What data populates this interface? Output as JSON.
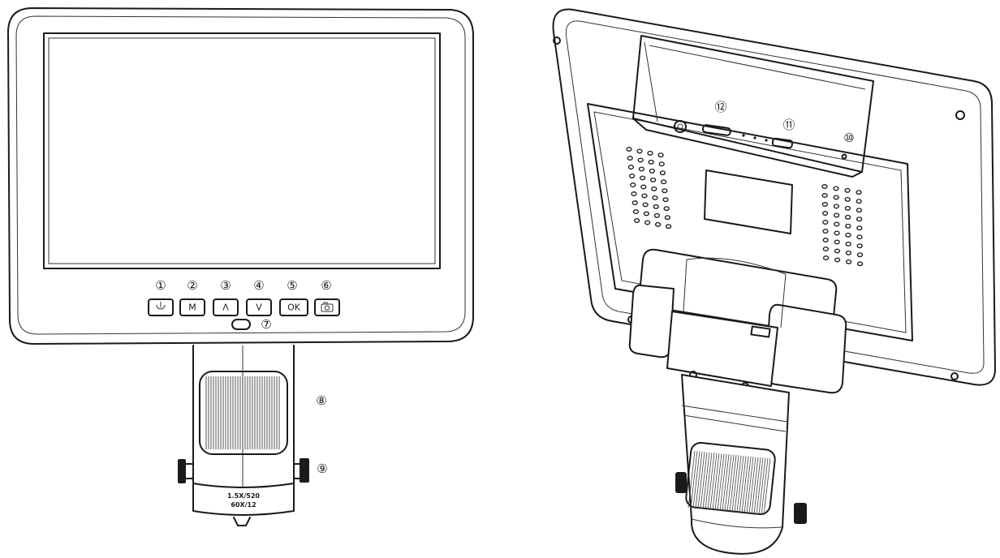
{
  "front_view": {
    "button_icons": [
      "power-icon",
      "M",
      "Λ",
      "V",
      "OK",
      "camera-icon"
    ],
    "lens_label_line1": "1.5X/520",
    "lens_label_line2": "60X/12"
  },
  "callouts": {
    "c1": "①",
    "c2": "②",
    "c3": "③",
    "c4": "④",
    "c5": "⑤",
    "c6": "⑥",
    "c7": "⑦",
    "c8": "⑧",
    "c9": "⑨",
    "c10": "⑩",
    "c11": "⑪",
    "c12": "⑫"
  }
}
